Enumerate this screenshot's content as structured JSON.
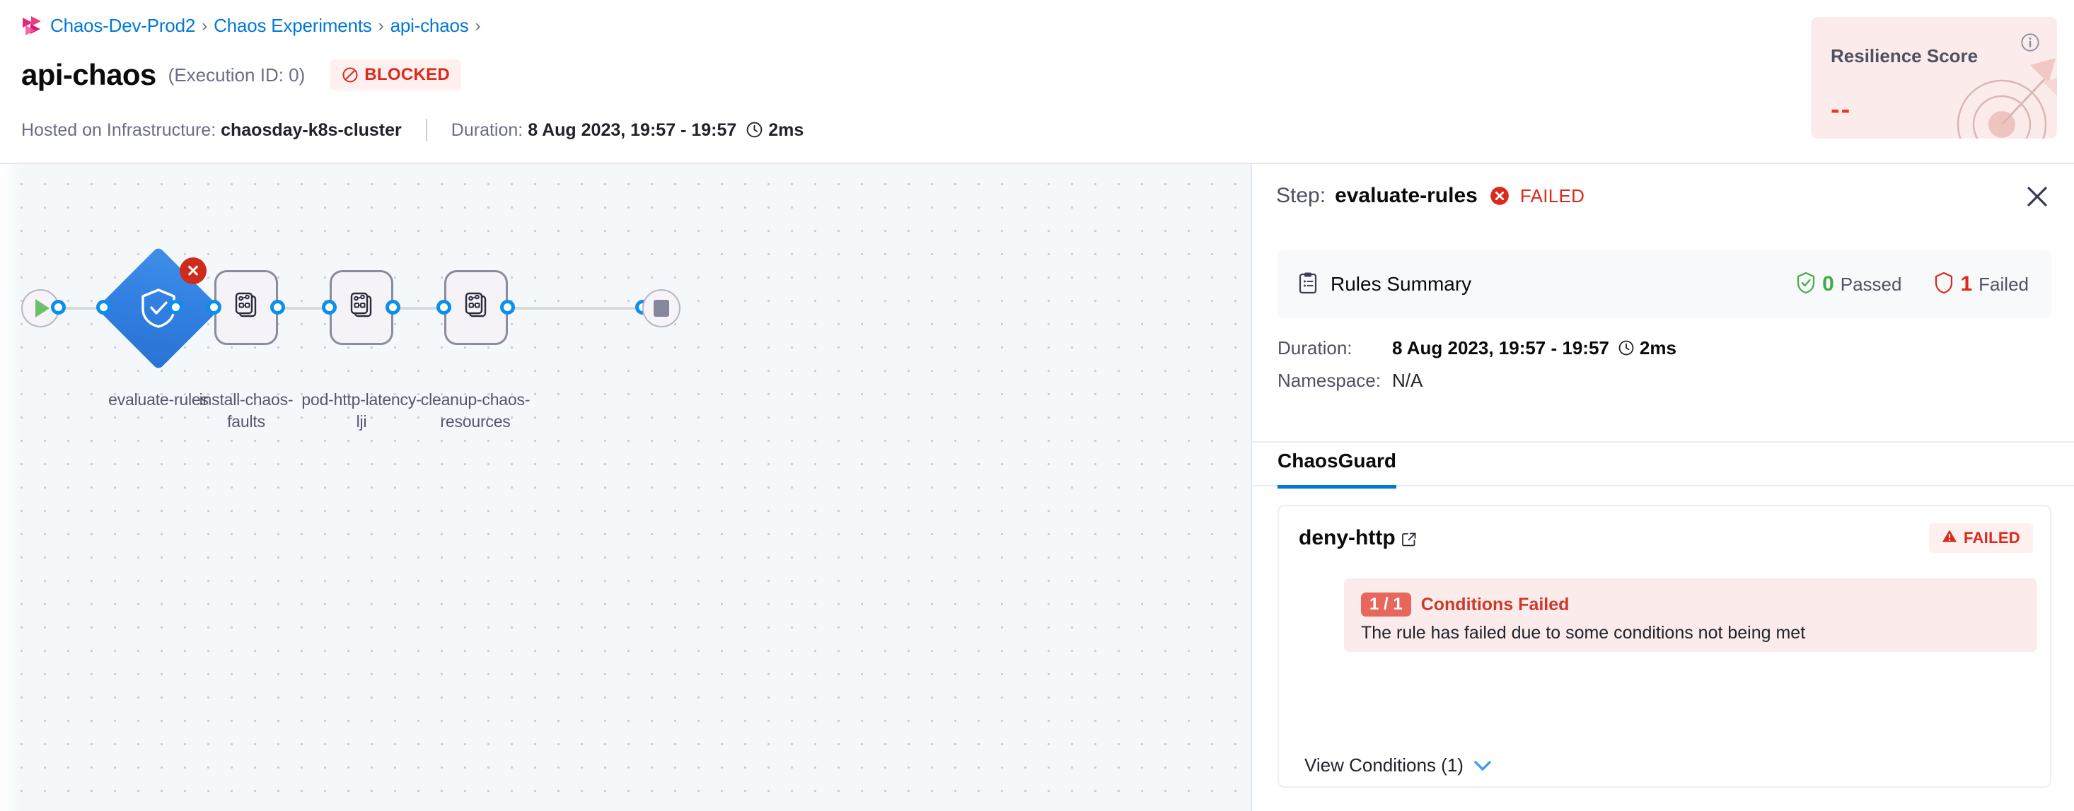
{
  "breadcrumb": {
    "logo": "harness-logo-icon",
    "items": [
      {
        "label": "Chaos-Dev-Prod2"
      },
      {
        "label": "Chaos Experiments"
      },
      {
        "label": "api-chaos"
      }
    ],
    "separator": "›",
    "trailing_separator": "›"
  },
  "header": {
    "title": "api-chaos",
    "execution_id": "(Execution ID: 0)",
    "status_label": "BLOCKED",
    "status_icon": "blocked-icon",
    "status_color": "#da291d",
    "status_bg": "#fdf0ef",
    "infrastructure_label": "Hosted on Infrastructure:",
    "infrastructure_value": "chaosday-k8s-cluster",
    "duration_label": "Duration:",
    "duration_value": "8 Aug 2023, 19:57 - 19:57",
    "duration_elapsed": "2ms",
    "clock_icon": "clock-icon"
  },
  "resilience": {
    "title": "Resilience Score",
    "value": "--",
    "info_icon": "info-circle-icon",
    "art_icon": "target-dart-icon",
    "bg": "#fbeceb",
    "value_color": "#e03e2d"
  },
  "graph": {
    "start_node": {
      "name": "start-node",
      "icon": "play-icon"
    },
    "end_node": {
      "name": "end-node",
      "icon": "stop-icon"
    },
    "nodes": [
      {
        "id": "evaluate-rules",
        "label": "evaluate-rules",
        "shape": "diamond",
        "icon": "shield-check-icon",
        "status": "failed",
        "badge": "✕"
      },
      {
        "id": "install-chaos-faults",
        "label": "install-chaos-faults",
        "shape": "step",
        "icon": "chaos-fault-icon",
        "status": "none"
      },
      {
        "id": "pod-http-latency-lji",
        "label": "pod-http-latency-lji",
        "shape": "step",
        "icon": "chaos-fault-icon",
        "status": "none"
      },
      {
        "id": "cleanup-chaos-resources",
        "label": "cleanup-chaos-resources",
        "shape": "step",
        "icon": "chaos-fault-icon",
        "status": "none"
      }
    ],
    "accent": "#2f7ee0",
    "port_color": "#0a8ff0",
    "canvas_bg": "#f4f8fb"
  },
  "panel": {
    "step_prefix": "Step:",
    "step_name": "evaluate-rules",
    "step_status": "FAILED",
    "step_status_icon": "x-circle-icon",
    "close_icon": "close-icon",
    "rules_summary": {
      "icon": "clipboard-icon",
      "label": "Rules Summary",
      "passed_count": "0",
      "passed_label": "Passed",
      "passed_icon": "shield-check-icon",
      "passed_color": "#42ab45",
      "failed_count": "1",
      "failed_label": "Failed",
      "failed_icon": "shield-outline-icon",
      "failed_color": "#da291d"
    },
    "details": [
      {
        "key": "Duration:",
        "value": "8 Aug 2023, 19:57 - 19:57",
        "elapsed": "2ms",
        "icon": "clock-icon"
      },
      {
        "key": "Namespace:",
        "value": "N/A"
      }
    ],
    "tabs": [
      {
        "label": "ChaosGuard",
        "active": true
      }
    ],
    "rule": {
      "name": "deny-http",
      "external_link_icon": "external-link-icon",
      "status_label": "FAILED",
      "status_icon": "warning-triangle-icon",
      "condition_badge": "1 / 1",
      "condition_title": "Conditions Failed",
      "condition_description": "The rule has failed due to some conditions not being met",
      "view_conditions_label": "View Conditions (1)",
      "chevron_icon": "chevron-down-icon"
    }
  }
}
